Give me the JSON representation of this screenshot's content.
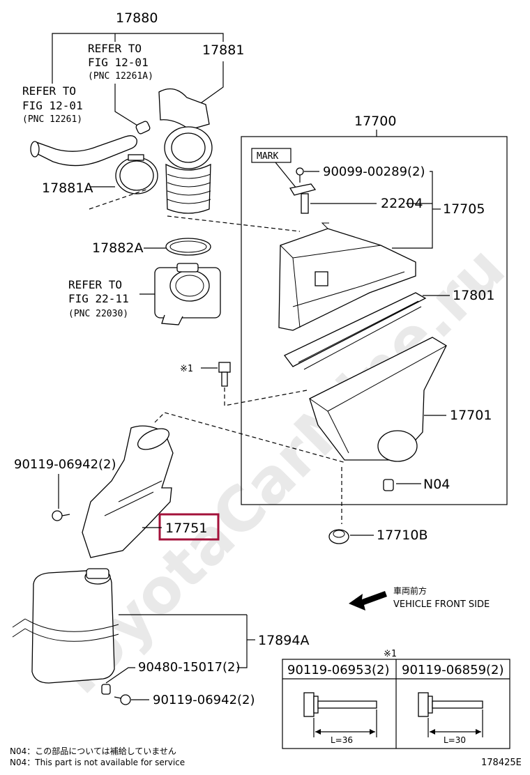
{
  "labels": {
    "p17880": "17880",
    "p17881": "17881",
    "refer1_a": "REFER TO",
    "refer1_b": "FIG 12-01",
    "refer1_c": "(PNC 12261A)",
    "refer2_a": "REFER TO",
    "refer2_b": "FIG 12-01",
    "refer2_c": "(PNC 12261)",
    "p17881A": "17881A",
    "p17700": "17700",
    "mark": "MARK",
    "p90099": "90099-00289(2)",
    "p22204": "22204",
    "p17705": "17705",
    "p17882A": "17882A",
    "refer3_a": "REFER TO",
    "refer3_b": "FIG 22-11",
    "refer3_c": "(PNC 22030)",
    "p17801": "17801",
    "star1": "※1",
    "p17701": "17701",
    "p90119_a": "90119-06942(2)",
    "pN04": "N04",
    "p17751": "17751",
    "p17710B": "17710B",
    "front_jp": "車両前方",
    "front_en": "VEHICLE FRONT SIDE",
    "p17894A": "17894A",
    "p90480": "90480-15017(2)",
    "p90119_b": "90119-06942(2)",
    "note1": "N04：この部品については補給していません",
    "note2": "N04：This part is not available for service",
    "fig_id": "178425E",
    "watermark": "ToyotaCarMine.ru"
  },
  "bolt_table": {
    "mark": "※1",
    "col1_header": "90119-06953(2)",
    "col2_header": "90119-06859(2)",
    "col1_length": "L=36",
    "col2_length": "L=30"
  },
  "colors": {
    "highlight_box": "#a3113a",
    "watermark": "#cfcfcf"
  }
}
